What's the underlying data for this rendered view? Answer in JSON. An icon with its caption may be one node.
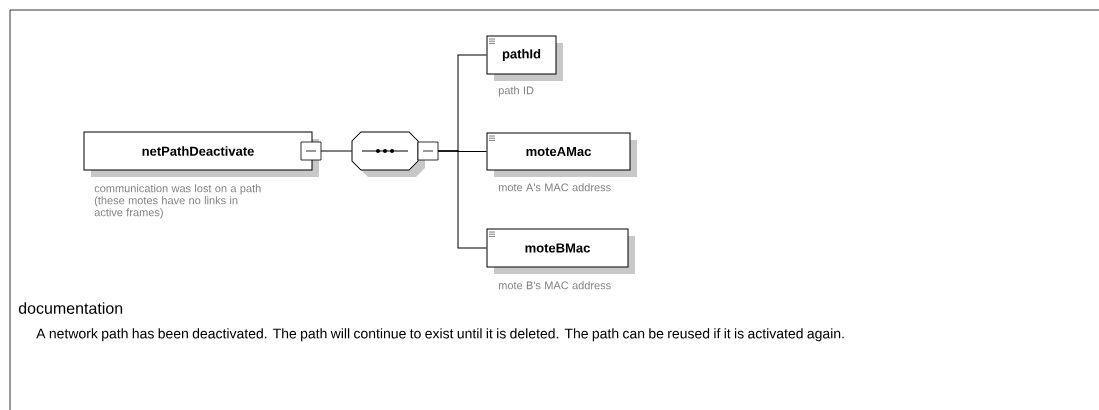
{
  "diagram": {
    "nodes": [
      {
        "text": [
          "netPathDeactivate"
        ],
        "beside": [
          "communication was lost on a path (these motes have no links in active frames)"
        ]
      },
      {
        "text": [],
        "shape": "octagon"
      },
      {
        "text": [
          "pathId"
        ],
        "beside": [
          "path ID"
        ]
      },
      {
        "text": [
          "moteAMac"
        ],
        "beside": [
          "mote A's MAC address"
        ]
      },
      {
        "text": [
          "moteBMac"
        ],
        "beside": [
          "mote B's MAC address"
        ]
      }
    ],
    "edges": [
      {
        "from": 0,
        "to": 1,
        "arrow": "none"
      },
      {
        "from": 1,
        "to": 2,
        "arrow": "none"
      },
      {
        "from": 1,
        "to": 3,
        "arrow": "none"
      },
      {
        "from": 1,
        "to": 4,
        "arrow": "none"
      }
    ],
    "labels": [
      "documentation",
      "A network path has been deactivated. The path will continue to exist until it is deleted. The path can be reused if it is activated again."
    ]
  }
}
